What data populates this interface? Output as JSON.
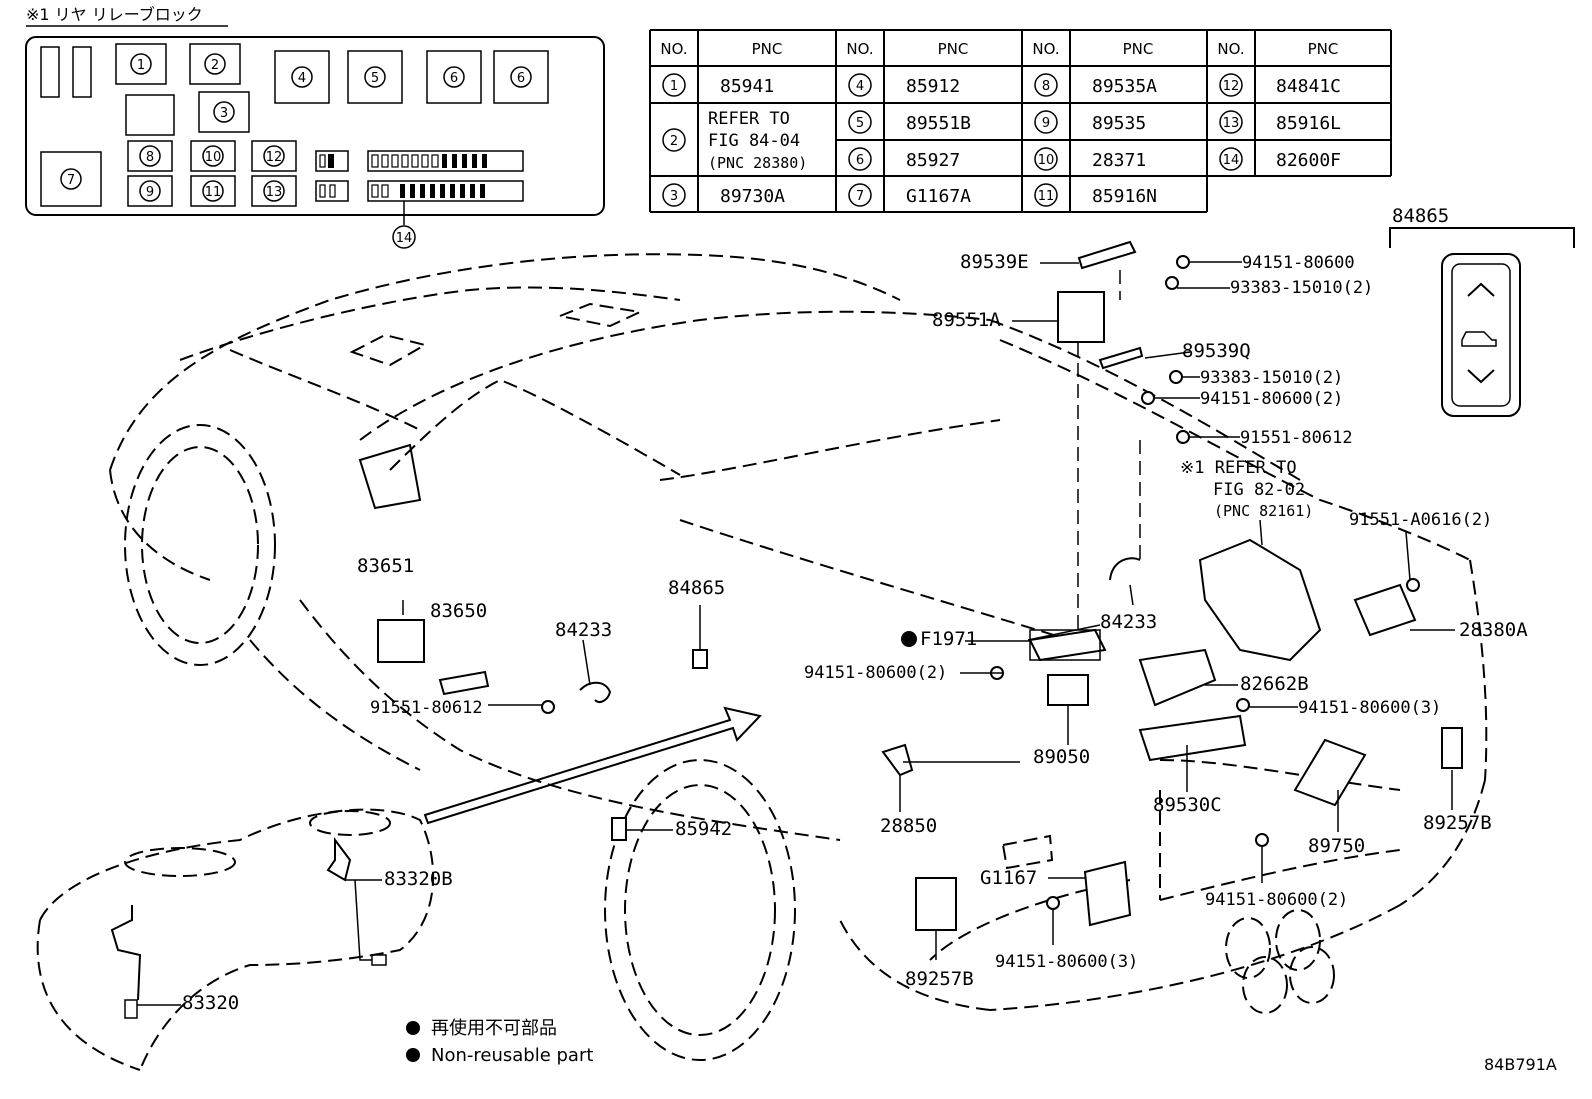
{
  "relay_block": {
    "title": "※1 リヤ リレーブロック",
    "slots": [
      "1",
      "2",
      "3",
      "4",
      "5",
      "6",
      "6",
      "7",
      "8",
      "9",
      "10",
      "11",
      "12",
      "13",
      "14"
    ]
  },
  "pnc_table": {
    "headers": [
      "NO.",
      "PNC",
      "NO.",
      "PNC",
      "NO.",
      "PNC",
      "NO.",
      "PNC"
    ],
    "col1": [
      {
        "no": "1",
        "pnc": "85941"
      },
      {
        "no": "2",
        "pnc_line1": "REFER TO",
        "pnc_line2": "FIG 84-04",
        "pnc_line3": "(PNC 28380)"
      },
      {
        "no": "3",
        "pnc": "89730A"
      }
    ],
    "col2": [
      {
        "no": "4",
        "pnc": "85912"
      },
      {
        "no": "5",
        "pnc": "89551B"
      },
      {
        "no": "6",
        "pnc": "85927"
      },
      {
        "no": "7",
        "pnc": "G1167A"
      }
    ],
    "col3": [
      {
        "no": "8",
        "pnc": "89535A"
      },
      {
        "no": "9",
        "pnc": "89535"
      },
      {
        "no": "10",
        "pnc": "28371"
      },
      {
        "no": "11",
        "pnc": "85916N"
      }
    ],
    "col4": [
      {
        "no": "12",
        "pnc": "84841C"
      },
      {
        "no": "13",
        "pnc": "85916L"
      },
      {
        "no": "14",
        "pnc": "82600F"
      }
    ]
  },
  "labels": {
    "l84865_top": "84865",
    "l89539E": "89539E",
    "l94151_80600_a": "94151-80600",
    "l93383_15010_a": "93383-15010(2)",
    "l89551A": "89551A",
    "l89539Q": "89539Q",
    "l93383_15010_b": "93383-15010(2)",
    "l94151_80600_b": "94151-80600(2)",
    "l91551_80612_a": "91551-80612",
    "refer1": "※1 REFER TO",
    "refer2": "FIG 82-02",
    "refer3": "(PNC 82161)",
    "l91551_A0616": "91551-A0616(2)",
    "l28380A": "28380A",
    "l83651": "83651",
    "l83650": "83650",
    "l84865": "84865",
    "l84233_a": "84233",
    "l84233_b": "84233",
    "lF1971": "F1971",
    "l94151_80600_c": "94151-80600(2)",
    "l82662B": "82662B",
    "l94151_80600_d": "94151-80600(3)",
    "l91551_80612_b": "91551-80612",
    "l89050": "89050",
    "l89530C": "89530C",
    "l85942": "85942",
    "l28850": "28850",
    "l89750": "89750",
    "l89257B_a": "89257B",
    "lG1167": "G1167",
    "l94151_80600_e": "94151-80600(2)",
    "l83320B": "83320B",
    "l94151_80600_f": "94151-80600(3)",
    "l89257B_b": "89257B",
    "l83320": "83320"
  },
  "legend": {
    "line1": "再使用不可部品",
    "line2": "Non-reusable part"
  },
  "figure_code": "84B791A"
}
